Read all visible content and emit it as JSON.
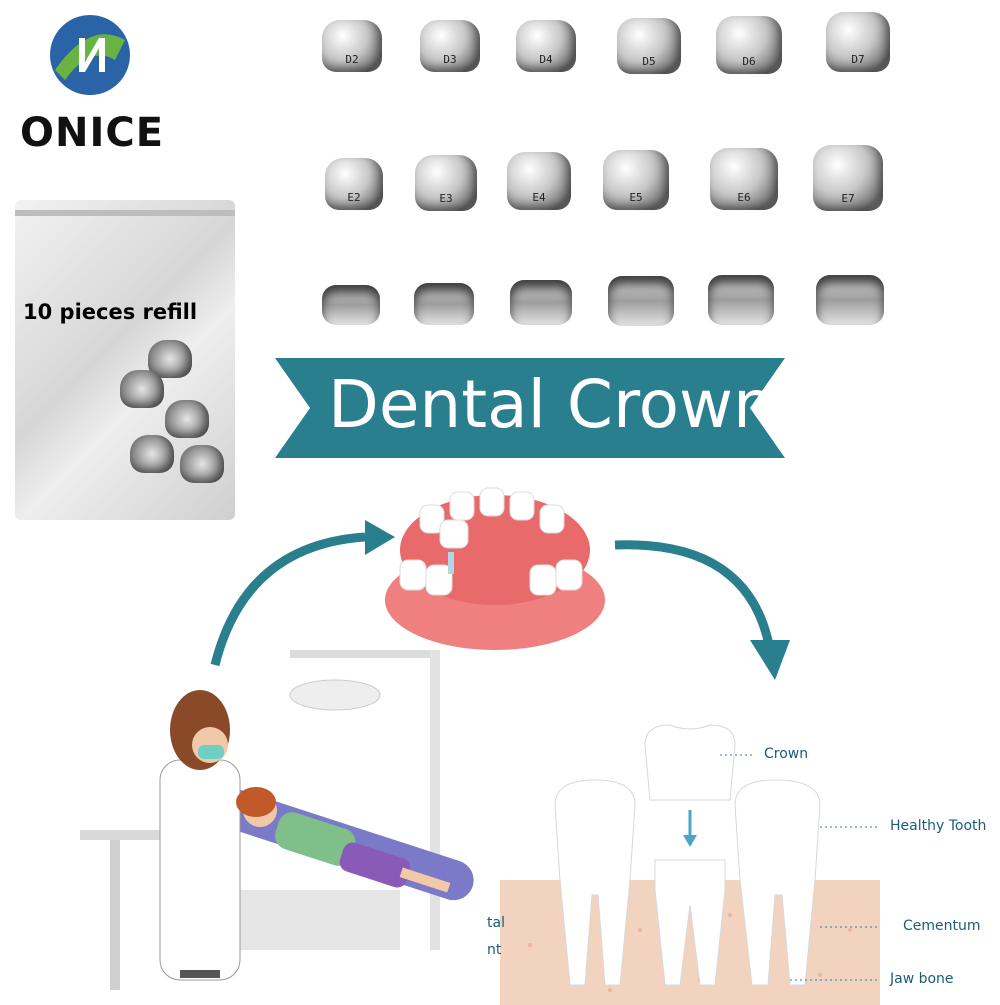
{
  "logo": {
    "brand": "ONICE",
    "mark_icon": "onice-logo-icon",
    "colors": {
      "blue": "#2a63a6",
      "green": "#69b342"
    }
  },
  "bag": {
    "label": "10 pieces refill",
    "icon": "zip-bag-icon"
  },
  "crowns": {
    "row_d": [
      "D2",
      "D3",
      "D4",
      "D5",
      "D6",
      "D7"
    ],
    "row_e": [
      "E2",
      "E3",
      "E4",
      "E5",
      "E6",
      "E7"
    ],
    "row_rings_count": 6
  },
  "banner": {
    "title": "Dental Crown",
    "color": "#2a7f8f"
  },
  "illustration": {
    "scene_icon": "dentist-and-patient-illustration",
    "denture_icon": "denture-with-implant-icon",
    "arrow_color": "#2a7f8f"
  },
  "anatomy": {
    "labels": {
      "crown": "Crown",
      "healthy_tooth": "Healthy Tooth",
      "cementum": "Cementum",
      "jaw_bone": "Jaw bone",
      "left_cut_1": "tal",
      "left_cut_2": "nt"
    },
    "gum_color": "#f2d3c0"
  }
}
